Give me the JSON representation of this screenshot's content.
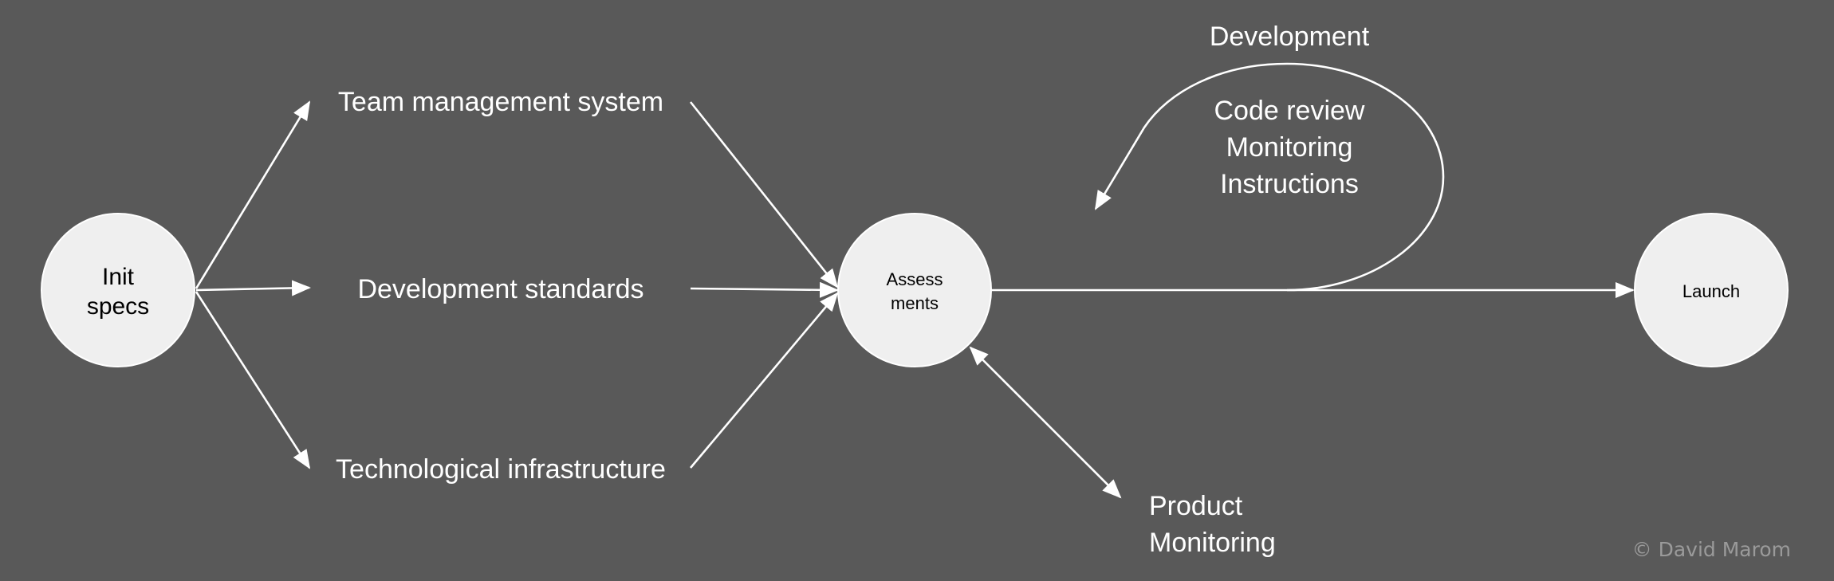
{
  "diagram": {
    "nodes": {
      "init": {
        "line1": "Init",
        "line2": "specs"
      },
      "assess": {
        "line1": "Assess",
        "line2": "ments"
      },
      "launch": {
        "label": "Launch"
      }
    },
    "branches": {
      "team": "Team management system",
      "standards": "Development standards",
      "infra": "Technological infrastructure"
    },
    "development": {
      "title": "Development",
      "items": [
        "Code review",
        "Monitoring",
        "Instructions"
      ]
    },
    "product_monitoring": {
      "line1": "Product",
      "line2": "Monitoring"
    },
    "copyright": "© David Marom"
  }
}
